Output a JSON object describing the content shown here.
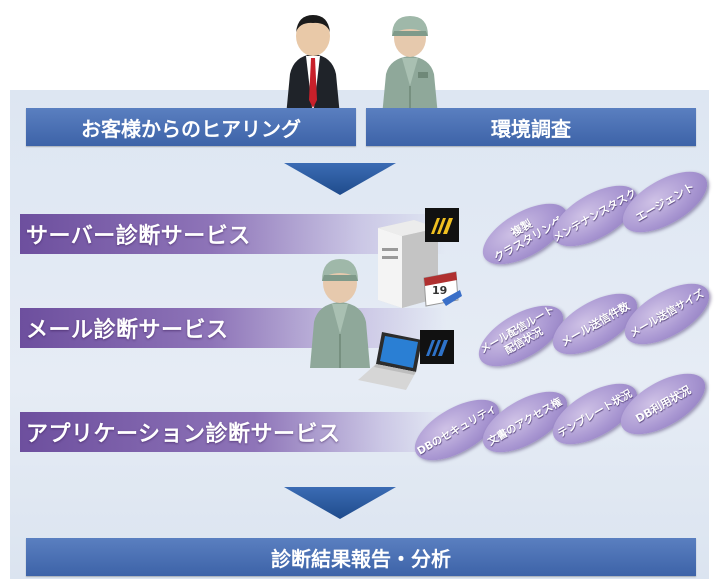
{
  "steps": {
    "hearing": "お客様からのヒアリング",
    "survey": "環境調査",
    "report": "診断結果報告・分析"
  },
  "services": {
    "server": "サーバー診断サービス",
    "mail": "メール診断サービス",
    "app": "アプリケーション診断サービス"
  },
  "server_items": {
    "replication_1": "複製",
    "replication_2": "クラスタリング",
    "maintenance": "メンテナンスタスク",
    "agent": "エージェント"
  },
  "mail_items": {
    "routing_1": "メール配信ルート",
    "routing_2": "配信状況",
    "count": "メール送信件数",
    "size": "メール送信サイズ"
  },
  "app_items": {
    "db_security": "DBのセキュリティ",
    "acl": "文書のアクセス権",
    "template": "テンプレート状況",
    "db_usage": "DB利用状況"
  },
  "calendar_day": "19",
  "colors": {
    "step_bar": "#4a70b5",
    "service_band": "#7b5ea7",
    "pill": "#a997d2",
    "arrow": "#2e5fa3"
  }
}
